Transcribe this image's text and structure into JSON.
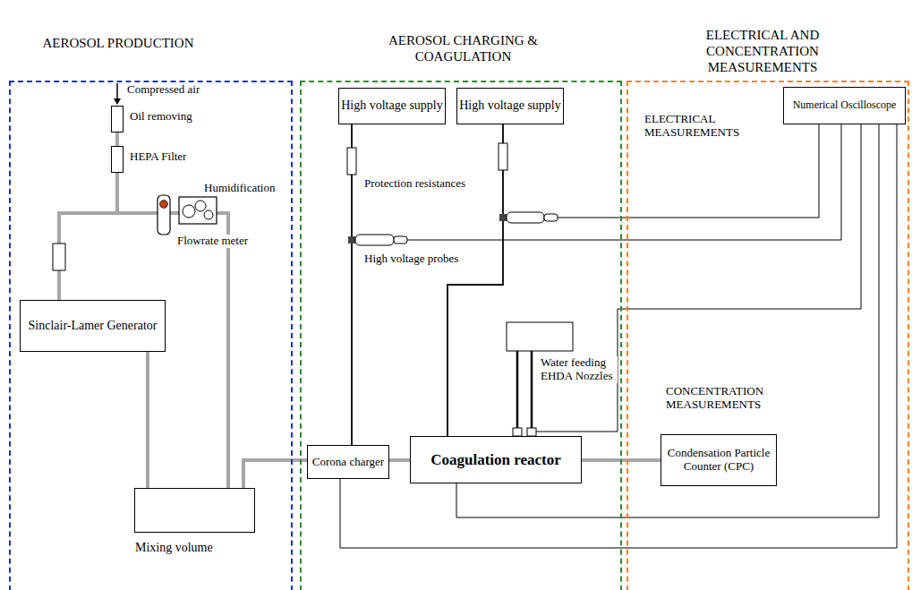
{
  "diagram": {
    "nodes": [
      {
        "text": [
          "AEROSOL PRODUCTION"
        ]
      },
      {
        "text": [
          "Oil removing"
        ],
        "in": 0
      },
      {
        "text": [
          "HEPA Filter"
        ],
        "in": 0
      },
      {
        "text": [
          "Sinclair-Lamer Generator"
        ],
        "in": 0
      },
      {
        "text": [
          "Mixing volume"
        ],
        "in": 0
      },
      {
        "text": [
          "AEROSOL CHARGING & COAGULATION"
        ]
      },
      {
        "text": [
          "High voltage supply"
        ],
        "in": 5
      },
      {
        "text": [
          "High voltage supply"
        ],
        "in": 5
      },
      {
        "text": [
          "Corona charger"
        ],
        "in": 5
      },
      {
        "text": [
          "Coagulation reactor"
        ],
        "in": 5
      },
      {
        "text": [
          "ELECTRICAL AND CONCENTRATION MEASUREMENTS"
        ]
      },
      {
        "text": [
          "Numerical Oscilloscope"
        ],
        "in": 10
      },
      {
        "text": [
          "Condensation Particle Counter (CPC)"
        ],
        "in": 10
      }
    ],
    "edges": [
      {
        "from": 1,
        "to": 2,
        "arrow": "none"
      },
      {
        "from": 2,
        "to": 3,
        "arrow": "none"
      },
      {
        "from": 2,
        "to": 4,
        "arrow": "none"
      },
      {
        "from": 3,
        "to": 4,
        "arrow": "none"
      },
      {
        "from": 4,
        "to": 8,
        "arrow": "none"
      },
      {
        "from": 8,
        "to": 9,
        "arrow": "none"
      },
      {
        "from": 9,
        "to": 12,
        "arrow": "none"
      },
      {
        "from": 6,
        "to": 8,
        "arrow": "none"
      },
      {
        "from": 7,
        "to": 9,
        "arrow": "none"
      },
      {
        "from": 11,
        "to": 8,
        "arrow": "none"
      },
      {
        "from": 11,
        "to": 9,
        "arrow": "none"
      }
    ],
    "labels": [
      "Compressed air",
      "Flowrate meter",
      "Humidification",
      "Protection resistances",
      "High voltage probes",
      "Water feeding EHDA Nozzles",
      "ELECTRICAL MEASUREMENTS",
      "CONCENTRATION MEASUREMENTS"
    ]
  }
}
